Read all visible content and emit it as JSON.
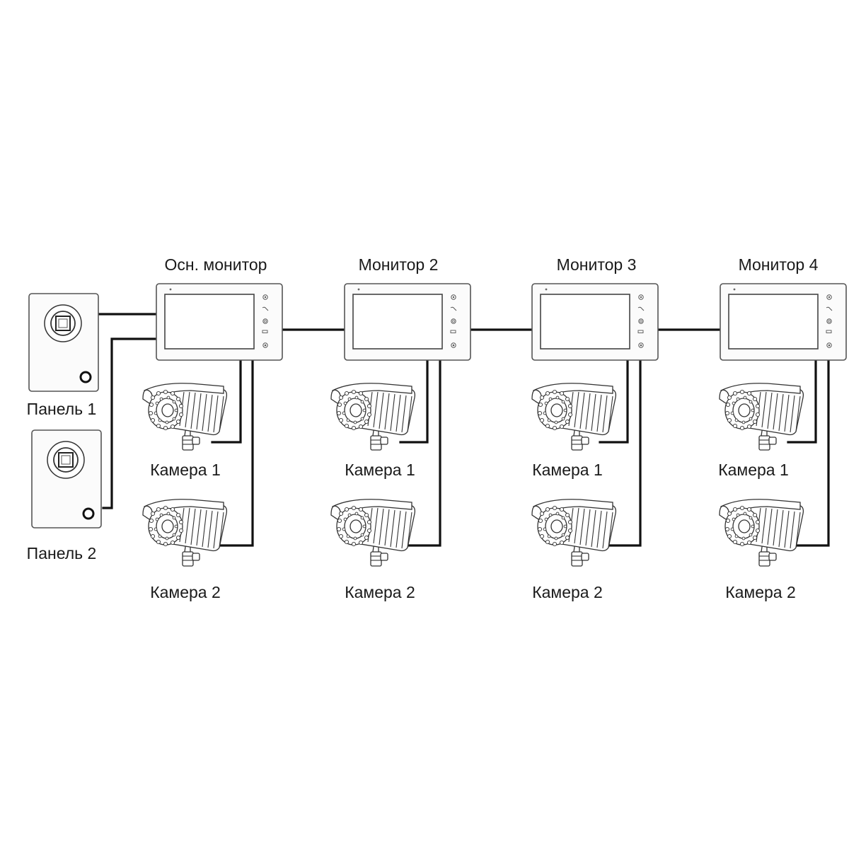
{
  "monitors": [
    {
      "label": "Осн. монитор"
    },
    {
      "label": "Монитор 2"
    },
    {
      "label": "Монитор 3"
    },
    {
      "label": "Монитор 4"
    }
  ],
  "panels": [
    {
      "label": "Панель 1"
    },
    {
      "label": "Панель 2"
    }
  ],
  "cameras": {
    "cam1_label": "Камера 1",
    "cam2_label": "Камера 2"
  }
}
